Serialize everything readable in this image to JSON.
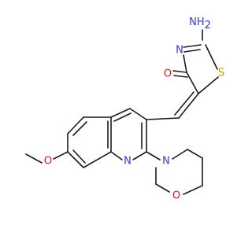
{
  "colors": {
    "bond": "#1a1a1a",
    "nitrogen": "#2f3bd0",
    "oxygen": "#e0171b",
    "sulfur": "#b5a400",
    "background": "#ffffff"
  },
  "atoms": {
    "nh2": {
      "text": "NH",
      "sub": "2",
      "element": "N"
    },
    "thiazole_n": {
      "text": "N",
      "element": "N"
    },
    "thiazole_s": {
      "text": "S",
      "element": "S"
    },
    "carbonyl_o": {
      "text": "O",
      "element": "O"
    },
    "methoxy_o": {
      "text": "O",
      "element": "O"
    },
    "quinoline_n": {
      "text": "N",
      "element": "N"
    },
    "morpholine_n": {
      "text": "N",
      "element": "N"
    },
    "morpholine_o": {
      "text": "O",
      "element": "O"
    }
  }
}
